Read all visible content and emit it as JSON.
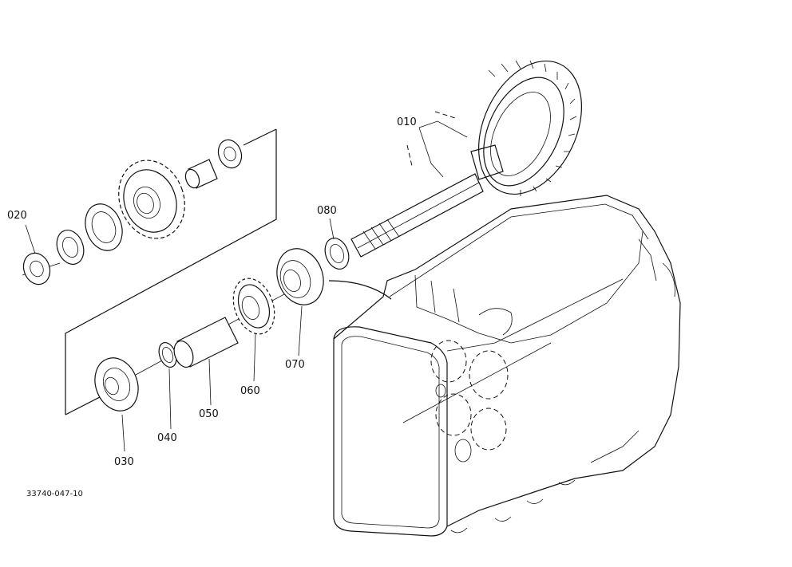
{
  "diagram": {
    "drawing_code": "33740-047-10",
    "parts": [
      {
        "id": "p010",
        "label": "010"
      },
      {
        "id": "p020",
        "label": "020"
      },
      {
        "id": "p030",
        "label": "030"
      },
      {
        "id": "p040",
        "label": "040"
      },
      {
        "id": "p050",
        "label": "050"
      },
      {
        "id": "p060",
        "label": "060"
      },
      {
        "id": "p070",
        "label": "070"
      },
      {
        "id": "p080",
        "label": "080"
      }
    ]
  }
}
